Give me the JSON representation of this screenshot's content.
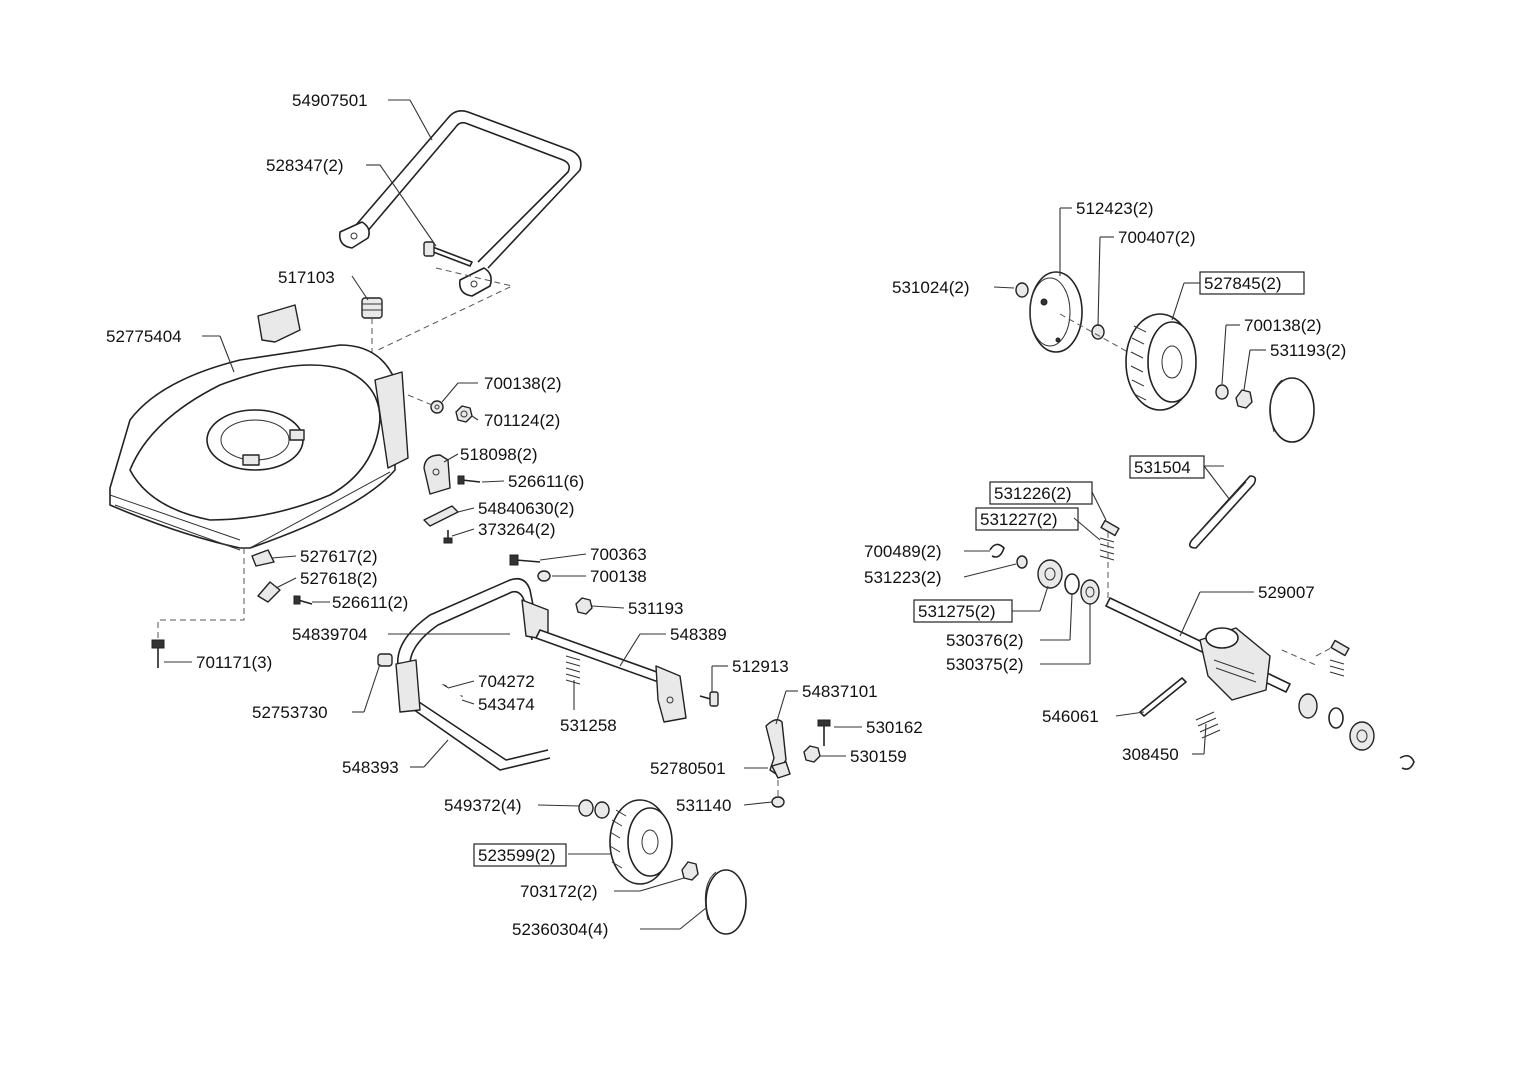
{
  "labels": {
    "p54907501": "54907501",
    "p528347": "528347(2)",
    "p517103": "517103",
    "p52775404": "52775404",
    "p700138_2a": "700138(2)",
    "p701124": "701124(2)",
    "p518098": "518098(2)",
    "p526611_6": "526611(6)",
    "p54840630": "54840630(2)",
    "p373264": "373264(2)",
    "p527617": "527617(2)",
    "p527618": "527618(2)",
    "p526611_2": "526611(2)",
    "p701171": "701171(3)",
    "p700363": "700363",
    "p700138": "700138",
    "p531193a": "531193",
    "p54839704": "54839704",
    "p548389": "548389",
    "p512913": "512913",
    "p704272": "704272",
    "p543474": "543474",
    "p52753730": "52753730",
    "p531258": "531258",
    "p54837101": "54837101",
    "p530162": "530162",
    "p52780501": "52780501",
    "p530159": "530159",
    "p548393": "548393",
    "p531140": "531140",
    "p549372": "549372(4)",
    "p523599": "523599(2)",
    "p703172": "703172(2)",
    "p52360304": "52360304(4)",
    "p512423": "512423(2)",
    "p700407": "700407(2)",
    "p531024": "531024(2)",
    "p527845": "527845(2)",
    "p700138_2b": "700138(2)",
    "p531193_2": "531193(2)",
    "p531504": "531504",
    "p531226": "531226(2)",
    "p531227": "531227(2)",
    "p700489": "700489(2)",
    "p531223": "531223(2)",
    "p531275": "531275(2)",
    "p530376": "530376(2)",
    "p530375": "530375(2)",
    "p529007": "529007",
    "p546061": "546061",
    "p308450": "308450"
  }
}
